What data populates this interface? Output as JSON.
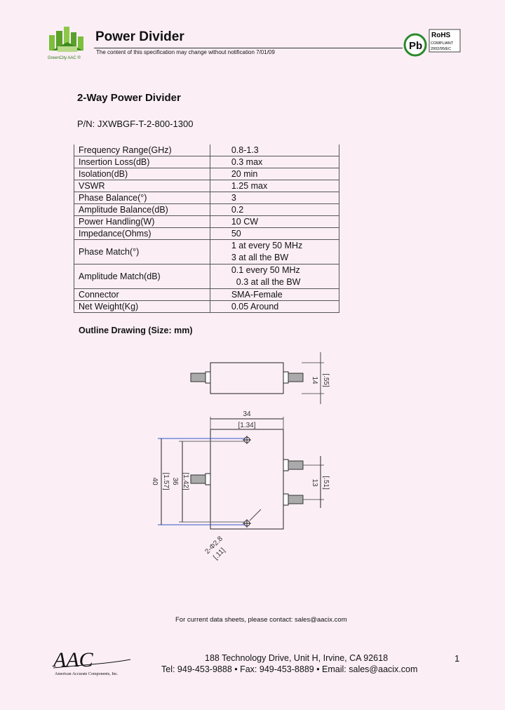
{
  "header": {
    "title": "Power Divider",
    "notice": "The content of this specification may change without notification 7/01/09",
    "logo_text": "GreenCity AAC ®",
    "rohs": {
      "pb": "Pb",
      "label": "RoHS",
      "compliant": "COMPLIANT",
      "directive": "2002/95/EC"
    }
  },
  "doc": {
    "title": "2-Way Power Divider",
    "part_number": "P/N: JXWBGF-T-2-800-1300"
  },
  "specs": [
    {
      "param": "Frequency Range(GHz)",
      "value": [
        "0.8-1.3"
      ]
    },
    {
      "param": "Insertion Loss(dB)",
      "value": [
        "0.3 max"
      ]
    },
    {
      "param": "Isolation(dB)",
      "value": [
        "20 min"
      ]
    },
    {
      "param": "VSWR",
      "value": [
        "1.25 max"
      ]
    },
    {
      "param": "Phase Balance(°)",
      "value": [
        "3"
      ]
    },
    {
      "param": "Amplitude Balance(dB)",
      "value": [
        "0.2"
      ]
    },
    {
      "param": "Power Handling(W)",
      "value": [
        "10 CW"
      ]
    },
    {
      "param": "Impedance(Ohms)",
      "value": [
        "50"
      ]
    },
    {
      "param": "Phase Match(°)",
      "value": [
        "1 at every 50 MHz",
        "3 at all the BW"
      ]
    },
    {
      "param": "Amplitude Match(dB)",
      "value": [
        "0.1 every 50 MHz",
        "  0.3 at all the BW"
      ]
    },
    {
      "param": "Connector",
      "value": [
        "SMA-Female"
      ]
    },
    {
      "param": "Net Weight(Kg)",
      "value": [
        "0.05 Around"
      ]
    }
  ],
  "outline": {
    "title": "Outline Drawing (Size: mm)",
    "dims": {
      "height": "14",
      "height_in": "[.55]",
      "width": "34",
      "width_in": "[1.34]",
      "depth": "40",
      "depth_in": "[1.57]",
      "hole_spacing": "36",
      "hole_spacing_in": "[1.42]",
      "port_spacing": "13",
      "port_spacing_in": "[.51]",
      "hole": "2-Φ2.8",
      "hole_in": "[.11]"
    }
  },
  "footer": {
    "contact": "For current data sheets, please contact: sales@aacix.com",
    "address": "188 Technology Drive, Unit H, Irvine, CA 92618",
    "tel": "Tel: 949-453-9888 • Fax: 949-453-8889 • Email: sales@aacix.com",
    "company_logo": "AAC",
    "company_name": "American Accurate Components, Inc.",
    "page": "1"
  }
}
